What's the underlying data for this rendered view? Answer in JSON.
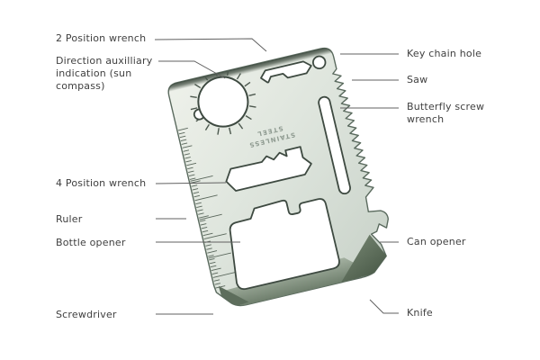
{
  "labels": {
    "left": [
      {
        "text": "2 Position wrench"
      },
      {
        "lines": [
          "Direction auxilliary",
          "indication (sun",
          "compass)"
        ]
      },
      {
        "text": "4 Position wrench"
      },
      {
        "text": "Ruler"
      },
      {
        "text": "Bottle opener"
      },
      {
        "text": "Screwdriver"
      }
    ],
    "right": [
      {
        "text": "Key chain hole"
      },
      {
        "text": "Saw"
      },
      {
        "lines": [
          "Butterfly screw",
          "wrench"
        ]
      },
      {
        "text": "Can opener"
      },
      {
        "text": "Knife"
      }
    ]
  },
  "tool": {
    "engraving": {
      "line1": "STAINLESS",
      "line2": "STEEL"
    },
    "features": [
      "2-position-wrench-slot",
      "sun-compass-hole",
      "key-chain-hole",
      "saw-edge",
      "butterfly-screw-wrench-slot",
      "4-position-wrench-cutout",
      "ruler-marks",
      "bottle-opener-cutout",
      "can-opener-hook",
      "knife-edge",
      "screwdriver-corner"
    ]
  },
  "colors": {
    "background": "#ffffff",
    "card_light": "#ecefe9",
    "card_dark": "#ccd5cc",
    "edge": "#5a6a5e",
    "edge_shadow": "#39453b",
    "knife_bevel": "#6e7e6c",
    "label_text": "#404040",
    "leader_line": "#606060",
    "engraving": "#8f9b91"
  }
}
